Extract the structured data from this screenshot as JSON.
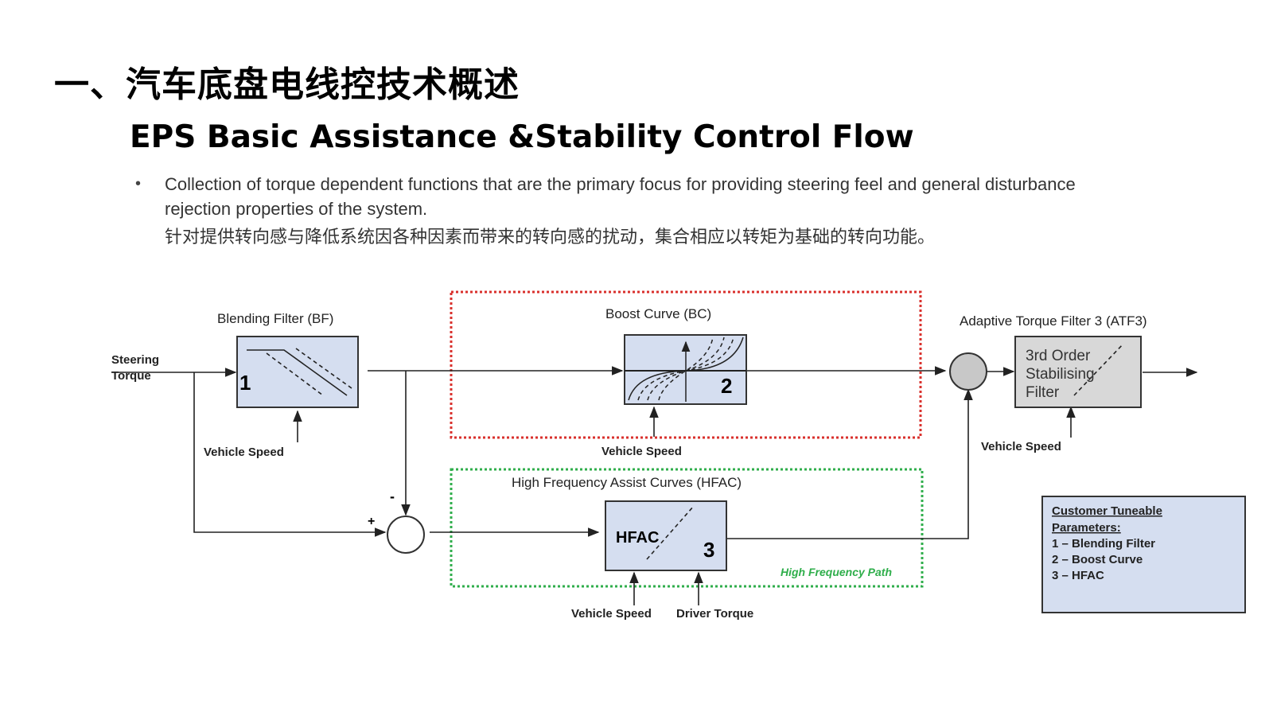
{
  "title": "一、汽车底盘电线控技术概述",
  "subtitle": "EPS Basic Assistance &Stability Control Flow",
  "bullet": {
    "en": "Collection of torque dependent functions that are the primary focus for providing steering feel and general disturbance rejection properties of the system.",
    "cn": "针对提供转向感与降低系统因各种因素而带来的转向感的扰动，集合相应以转矩为基础的转向功能。"
  },
  "diagram": {
    "input_label_1": "Steering",
    "input_label_2": "Torque",
    "bf": {
      "label": "Blending Filter (BF)",
      "number": "1",
      "speed": "Vehicle Speed"
    },
    "bc": {
      "label": "Boost Curve (BC)",
      "number": "2",
      "speed": "Vehicle Speed"
    },
    "atf3": {
      "label": "Adaptive Torque Filter 3 (ATF3)",
      "line1": "3rd Order",
      "line2": "Stabilising",
      "line3": "Filter",
      "speed": "Vehicle Speed"
    },
    "hfac": {
      "label": "High Frequency Assist Curves (HFAC)",
      "box_text": "HFAC",
      "number": "3",
      "speed": "Vehicle Speed",
      "driver": "Driver Torque",
      "path_label": "High Frequency Path"
    },
    "sum_minus": "-",
    "sum_plus": "+",
    "legend": {
      "heading1": "Customer Tuneable",
      "heading2": "Parameters:",
      "items": [
        "1 – Blending Filter",
        "2 – Boost Curve",
        "3 – HFAC"
      ]
    },
    "colors": {
      "block_fill": "#d5def0",
      "atf_fill": "#d8d8d8",
      "sum_fill": "#c8c8c8",
      "boost_border": "#d9302c",
      "hf_border": "#2fae4b",
      "hf_path_text": "#2fae4b"
    }
  }
}
